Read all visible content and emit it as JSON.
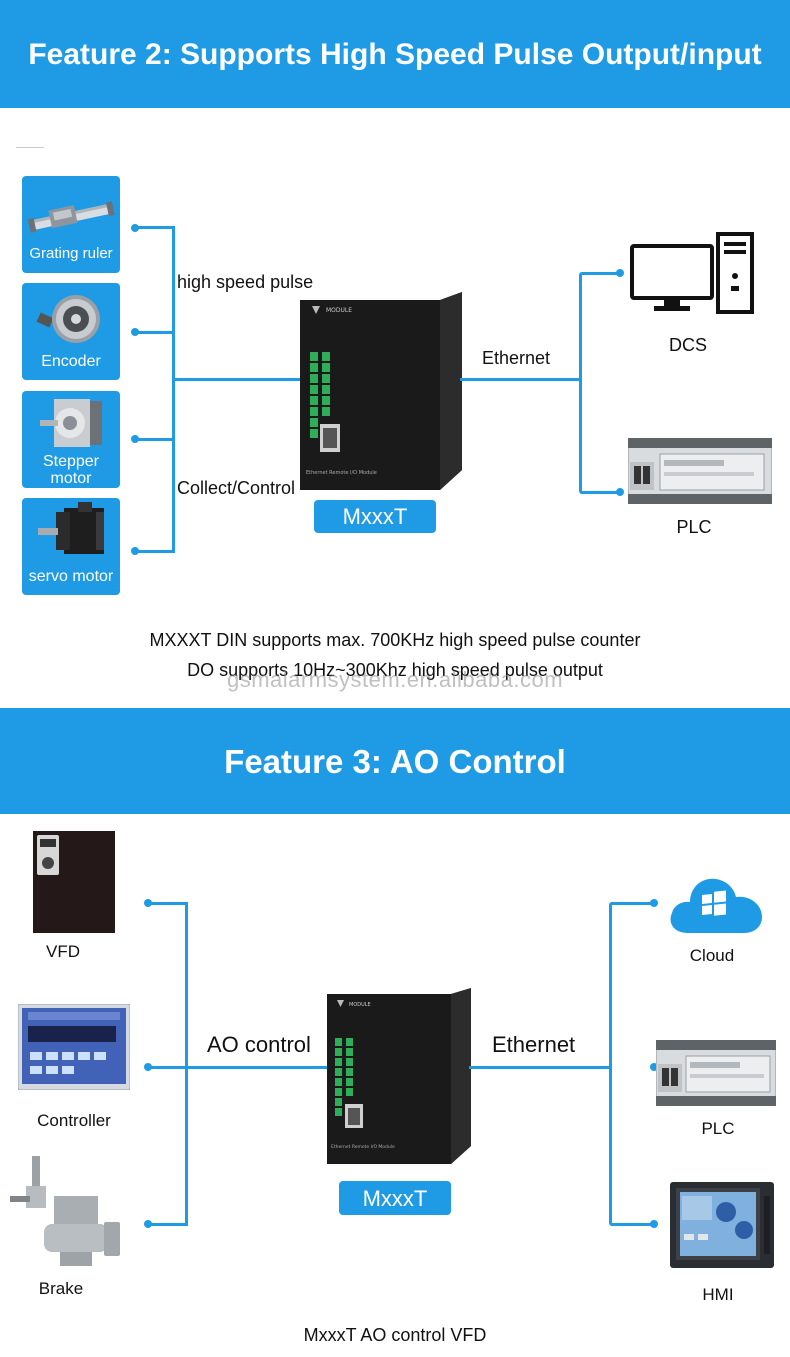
{
  "feature2": {
    "title": "Feature 2: Supports High Speed Pulse Output/input",
    "sources": [
      "Grating ruler",
      "Encoder",
      "Stepper motor",
      "servo motor"
    ],
    "label_top": "high speed pulse",
    "label_bottom": "Collect/Control",
    "device_badge": "MxxxT",
    "link_label": "Ethernet",
    "targets": [
      "DCS",
      "PLC"
    ],
    "caption_line1": "MXXXT DIN supports max. 700KHz high speed pulse counter",
    "caption_line2": "DO supports 10Hz~300Khz high speed pulse output",
    "watermark": "gsmalarmsystem.en.alibaba.com"
  },
  "feature3": {
    "title": "Feature 3: AO Control",
    "sources": [
      "VFD",
      "Controller",
      "Brake"
    ],
    "left_label": "AO control",
    "right_label": "Ethernet",
    "device_badge": "MxxxT",
    "targets": [
      "Cloud",
      "PLC",
      "HMI"
    ],
    "caption": "MxxxT AO control VFD"
  },
  "colors": {
    "accent": "#1f9be6",
    "device": "#1d1d1d",
    "terminal": "#2fae5a"
  }
}
